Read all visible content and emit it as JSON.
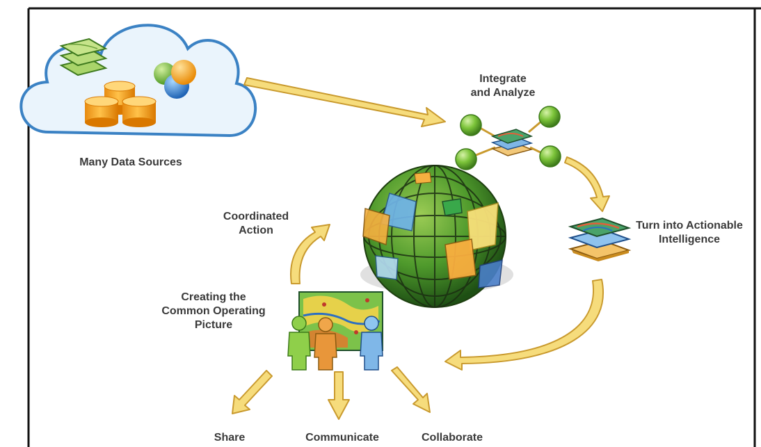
{
  "colors": {
    "frame": "#111111",
    "arrow_fill": "#f6dc7c",
    "arrow_stroke": "#c99a2e",
    "cloud_fill": "#eaf4fc",
    "cloud_stroke": "#3b82c4",
    "node_green": "#6fbf2f",
    "globe_green": "#3f8f2a",
    "text": "#3a3a3a"
  },
  "labels": {
    "data_sources": "Many Data Sources",
    "integrate": [
      "Integrate",
      "and Analyze"
    ],
    "intelligence": [
      "Turn into Actionable",
      "Intelligence"
    ],
    "coordinated": [
      "Coordinated",
      "Action"
    ],
    "common_picture": [
      "Creating the",
      "Common Operating",
      "Picture"
    ],
    "share": "Share",
    "communicate": "Communicate",
    "collaborate": "Collaborate"
  },
  "icons": {
    "cloud": "cloud-icon",
    "map_layers": "map-layers-icon",
    "database": "database-icon",
    "globe": "globe-icon",
    "people": "people-icon"
  }
}
